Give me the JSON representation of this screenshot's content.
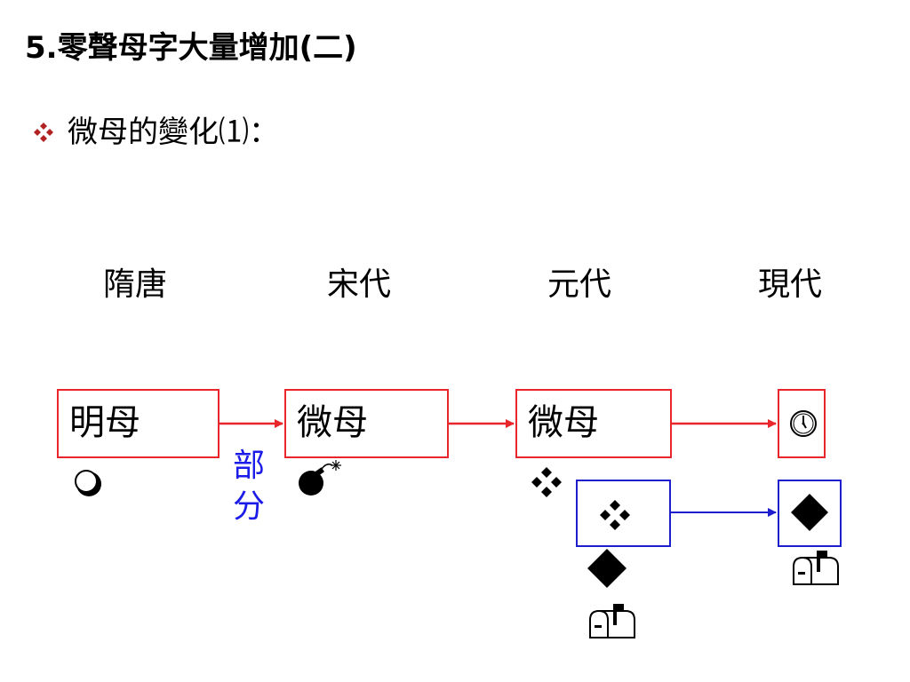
{
  "title": "5.零聲母字大量增加(二)",
  "subtitle": "微母的變化⑴：",
  "eras": [
    "隋唐",
    "宋代",
    "元代",
    "現代"
  ],
  "boxes": {
    "suitang": "明母",
    "song": "微母",
    "yuan": "微母"
  },
  "partial_label": "部分",
  "colors": {
    "red": "#e8262b",
    "blue": "#1e1ecc",
    "bullet": "#b22222"
  },
  "icons": [
    "diamond-bullet-icon",
    "circle-icon",
    "bomb-icon",
    "four-diamonds-icon",
    "clock-icon",
    "filled-diamond-icon",
    "mailbox-icon"
  ]
}
